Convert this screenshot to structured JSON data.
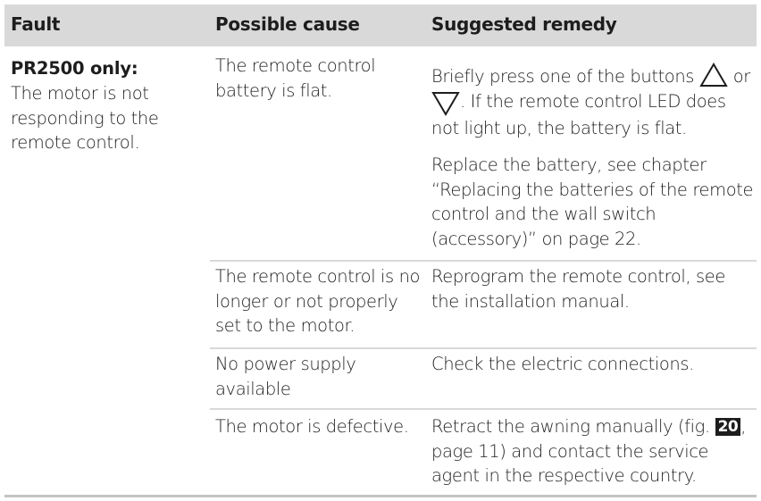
{
  "header": {
    "fault": "Fault",
    "cause": "Possible cause",
    "remedy": "Suggested remedy"
  },
  "fault": {
    "title": "PR2500 only:",
    "description": "The motor is not responding to the remote control."
  },
  "rows": [
    {
      "cause": "The remote control battery is flat.",
      "remedy_a_1": "Briefly press one of the buttons",
      "remedy_a_2": "or",
      "remedy_a_3": ". If the remote control LED does not light up, the battery is flat.",
      "remedy_b": "Replace the battery, see chapter “Replacing the batteries of the remote control and the wall switch (accessory)” on page 22.",
      "icons": [
        "triangle-up-icon",
        "triangle-down-icon"
      ]
    },
    {
      "cause": "The remote control is no longer or not properly set to the motor.",
      "remedy": "Reprogram the remote control, see the installation manual."
    },
    {
      "cause": "No power supply available",
      "remedy": "Check the electric connections."
    },
    {
      "cause": "The motor is defective.",
      "remedy_1": "Retract the awning manually (fig.",
      "figure": "20",
      "remedy_2": ", page 11) and contact the service agent in the respective country."
    }
  ],
  "colors": {
    "header_bg": "#d9d9d9",
    "text": "#1d1d1d",
    "divider": "#d9d9d9"
  }
}
